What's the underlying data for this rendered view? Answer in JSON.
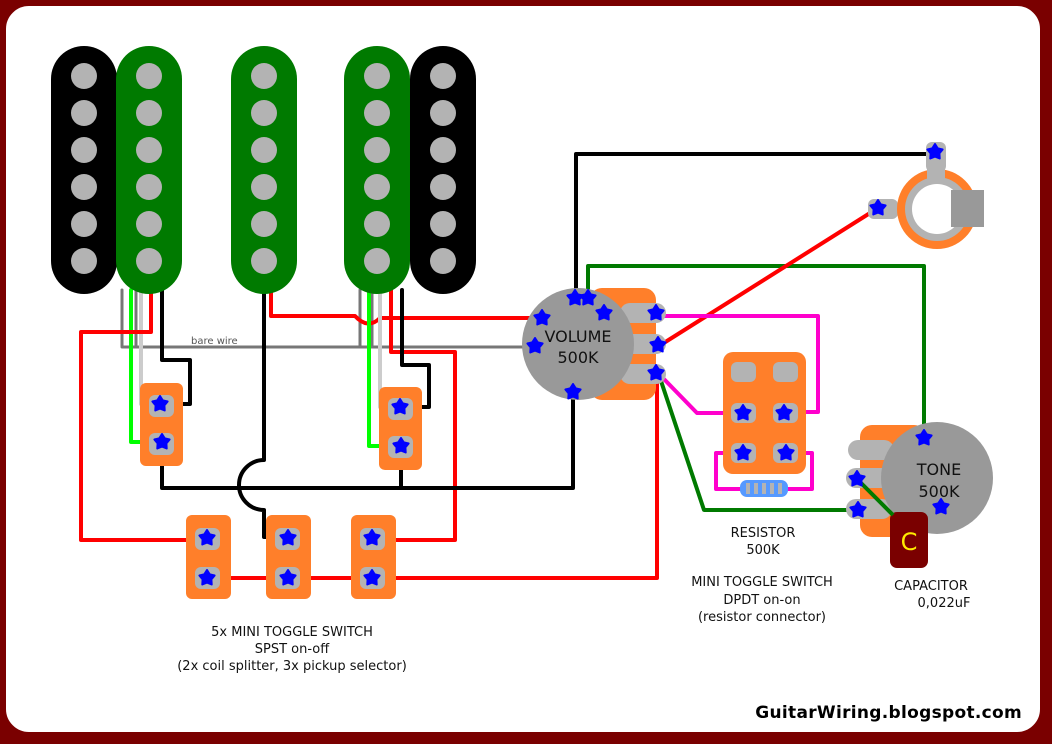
{
  "title": "Guitar wiring diagram: HSH, 2 coil splitters, 3 pickup selector switches, resistor DPDT",
  "colors": {
    "frame": "#7a0000",
    "pickup_black": "#000000",
    "pickup_green": "#007a00",
    "pole": "#b3b3b3",
    "switch_body": "#ff7f2a",
    "lug": "#b3b3b3",
    "solder": "#0000ff",
    "pot": "#999999",
    "wire_red": "#ff0000",
    "wire_black": "#000000",
    "wire_green": "#007a00",
    "wire_lime": "#00ff00",
    "wire_white": "#cccccc",
    "wire_bare": "#777777",
    "wire_magenta": "#ff00cc",
    "capacitor": "#7a0000",
    "resistor": "#5599ff"
  },
  "pickups": [
    {
      "name": "bridge-humbucker",
      "type": "humbucker",
      "coils": [
        "black",
        "green"
      ],
      "poles_per_coil": 6
    },
    {
      "name": "middle-single-coil",
      "type": "single-coil",
      "coils": [
        "green"
      ],
      "poles_per_coil": 6
    },
    {
      "name": "neck-humbucker",
      "type": "humbucker",
      "coils": [
        "green",
        "black"
      ],
      "poles_per_coil": 6
    }
  ],
  "labels": {
    "bare_wire": "bare wire",
    "volume_name": "VOLUME",
    "volume_value": "500K",
    "tone_name": "TONE",
    "tone_value": "500K",
    "capacitor_symbol": "C",
    "spst_line1": "5x MINI TOGGLE SWITCH",
    "spst_line2": "SPST on-off",
    "spst_line3": "(2x coil splitter, 3x pickup selector)",
    "resistor_line1": "RESISTOR",
    "resistor_line2": "500K",
    "dpdt_line1": "MINI TOGGLE SWITCH",
    "dpdt_line2": "DPDT on-on",
    "dpdt_line3": "(resistor connector)",
    "capacitor_line1": "CAPACITOR",
    "capacitor_line2": "0,022uF",
    "brand": "GuitarWiring.blogspot.com"
  },
  "components": {
    "spst_switches": 5,
    "dpdt_switches": 1,
    "pots": [
      "volume",
      "tone"
    ],
    "output_jack": 1
  }
}
